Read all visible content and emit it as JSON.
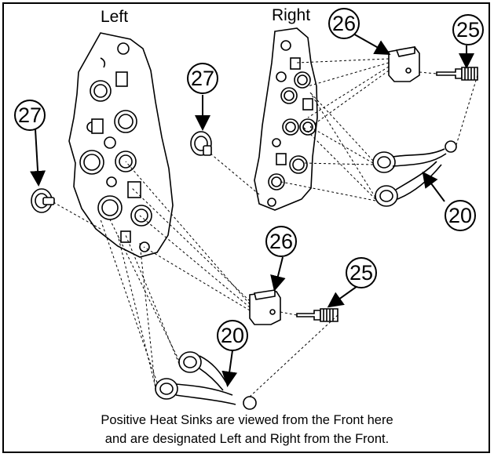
{
  "labels": {
    "left": "Left",
    "right": "Right"
  },
  "callouts": {
    "c27_left": "27",
    "c27_mid": "27",
    "c26_top": "26",
    "c25_top": "25",
    "c20_right": "20",
    "c26_lower": "26",
    "c25_lower": "25",
    "c20_lower": "20"
  },
  "caption": {
    "line1": "Positive Heat Sinks are viewed from the Front here",
    "line2": "and are designated Left and Right from the Front."
  }
}
